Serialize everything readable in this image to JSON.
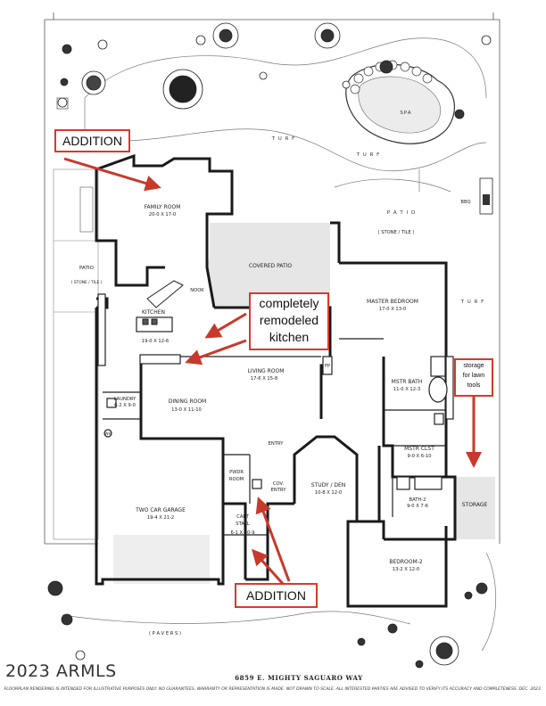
{
  "rooms": {
    "family_room": {
      "name": "FAMILY ROOM",
      "dims": "20-0  X  17-0"
    },
    "covered_patio": {
      "name": "COVERED PATIO"
    },
    "nook": {
      "name": "NOOK"
    },
    "kitchen": {
      "name": "KITCHEN",
      "dims": "19-0 X 12-6"
    },
    "laundry": {
      "name": "LAUNDRY",
      "dims": "6-2 X 9-0"
    },
    "living_room": {
      "name": "LIVING ROOM",
      "dims": "17-6  X  15-8"
    },
    "dining_room": {
      "name": "DINING ROOM",
      "dims": "13-0  X  11-10"
    },
    "master_bedroom": {
      "name": "MASTER BEDROOM",
      "dims": "17-0  X  13-0"
    },
    "mstr_bath": {
      "name": "MSTR BATH",
      "dims": "11-0 X 12-3"
    },
    "mstr_clst": {
      "name": "MSTR CLST",
      "dims": "9-0 X 6-10"
    },
    "entry": {
      "name": "ENTRY"
    },
    "pwdr_room": {
      "name1": "PWDR",
      "name2": "ROOM"
    },
    "cov_entry": {
      "name1": "COV.",
      "name2": "ENTRY"
    },
    "study_den": {
      "name": "STUDY / DEN",
      "dims": "10-8 X 12-0"
    },
    "bath_2": {
      "name": "BATH-2",
      "dims": "9-0 X 7-6"
    },
    "storage": {
      "name": "STORAGE"
    },
    "two_car_garage": {
      "name": "TWO CAR GARAGE",
      "dims": "19-4  X  21-2"
    },
    "cart_stall": {
      "name1": "CART",
      "name2": "STALL",
      "dims": "6-1 X 10-9"
    },
    "bedroom_2": {
      "name": "BEDROOM-2",
      "dims": "13-2  X  12-0"
    }
  },
  "site": {
    "spa": "SPA",
    "turf": "T U R F",
    "bbq": "BBQ",
    "patio_main": "P A T I O",
    "patio_main_sub": "( STONE / TILE )",
    "patio_side": "PATIO",
    "patio_side_sub": "( STONE / TILE )",
    "pavers": "( P A V E R S )",
    "fp": "FP",
    "wh": "WH"
  },
  "callouts": {
    "addition_top": "ADDITION",
    "kitchen_line1": "completely",
    "kitchen_line2": "remodeled",
    "kitchen_line3": "kitchen",
    "storage_line1": "storage",
    "storage_line2": "for lawn",
    "storage_line3": "tools",
    "addition_bottom": "ADDITION"
  },
  "colors": {
    "callout_border": "#d43b2c",
    "arrow": "#c8392b",
    "wall": "#1a1a1a",
    "shaded": "#e6e6e6"
  },
  "footer": {
    "watermark": "2023 ARMLS",
    "address": "6859 E. MIGHTY SAGUARO WAY",
    "disclaimer": "FLOORPLAN RENDERING IS INTENDED FOR ILLUSTRATIVE PURPOSES ONLY.  NO GUARANTEES, WARRANTY OR REPRESENTATION IS MADE.  NOT DRAWN TO SCALE.  ALL INTERESTED PARTIES ARE ADVISED TO VERIFY ITS ACCURACY AND COMPLETENESS.  DEC. 2023."
  }
}
